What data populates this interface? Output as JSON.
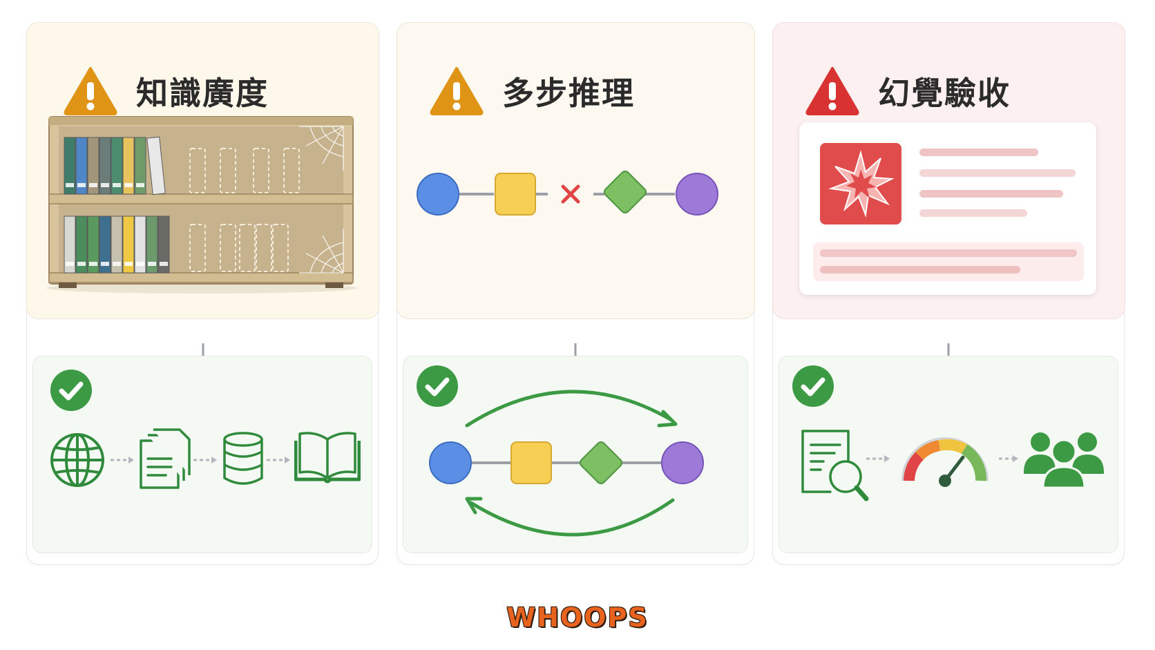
{
  "panels": [
    {
      "title": "知識廣度",
      "warning_color": "#e09416"
    },
    {
      "title": "多步推理",
      "warning_color": "#e09416"
    },
    {
      "title": "幻覺驗收",
      "warning_color": "#d93232"
    }
  ],
  "colors": {
    "success_green": "#3c9a45",
    "node_blue": "#5b8fe6",
    "node_yellow": "#f7cf55",
    "node_green": "#7cc063",
    "node_purple": "#9d79d8",
    "error_red": "#e04444"
  },
  "icons": {
    "panel1_result": [
      "globe-icon",
      "documents-icon",
      "database-icon",
      "open-book-icon"
    ],
    "panel3_result": [
      "document-search-icon",
      "gauge-icon",
      "users-icon"
    ]
  },
  "footer": {
    "logo": "WHOOPS"
  }
}
